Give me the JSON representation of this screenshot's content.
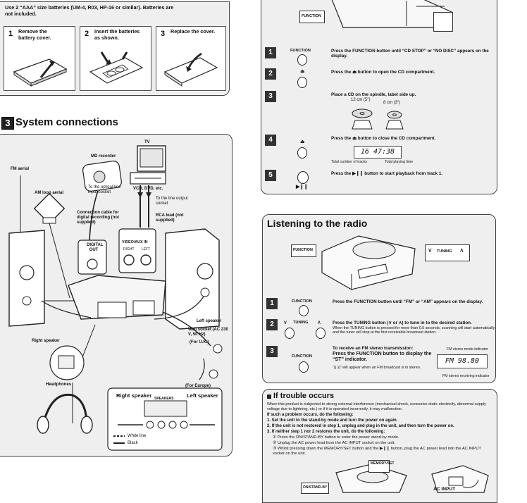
{
  "battery": {
    "note": "Use 2 “AAA” size batteries (UM-4, R03, HP-16 or similar). Batteries are not included.",
    "steps": [
      {
        "num": "1",
        "text": "Remove the battery cover."
      },
      {
        "num": "2",
        "text": "Insert the batteries as shown."
      },
      {
        "num": "3",
        "text": "Replace the cover."
      }
    ]
  },
  "system": {
    "section_num": "3",
    "title": "System connections",
    "labels": {
      "fm_aerial": "FM aerial",
      "am_loop": "AM loop aerial",
      "md_recorder": "MD recorder",
      "tv": "TV",
      "optical": "To the optical line input socket",
      "vcr": "VCR, DVD, etc.",
      "line_output": "To the line output socket",
      "rca": "RCA lead (not supplied)",
      "connection_cable": "Connection cable for digital recording (not supplied)",
      "digital_out": "DIGITAL OUT",
      "video_aux": "VIDEO/AUX IN",
      "right": "RIGHT",
      "left": "LEFT",
      "right_speaker": "Right speaker",
      "left_speaker": "Left speaker",
      "wall_socket": "Wall socket (AC 230 V, 50 Hz)",
      "for_uk": "(For U.K.)",
      "for_europe": "(For Europe)",
      "headphones": "Headphones",
      "right_speaker_box": "Right speaker",
      "left_speaker_box": "Left speaker",
      "white_line": "White line",
      "black": "Black",
      "speakers": "SPEAKERS"
    }
  },
  "cd": {
    "function": "FUNCTION",
    "steps": [
      {
        "num": "1",
        "label": "FUNCTION",
        "text": "Press the FUNCTION button until “CD STOP” or “NO DISC” appears on the display."
      },
      {
        "num": "2",
        "text": "Press the ⏏ button to open the CD compartment."
      },
      {
        "num": "3",
        "text": "Place a CD on the spindle, label side up.",
        "cd12": "12 cm (5\")",
        "cd8": "8 cm (3\")"
      },
      {
        "num": "4",
        "text": "Press the ⏏ button to close the CD compartment.",
        "lcd": "16  47:38",
        "tracks": "Total number of tracks",
        "time": "Total playing time"
      },
      {
        "num": "5",
        "text": "Press the ▶❙❙ button to start playback from track 1.",
        "icon": "▶❙❙"
      }
    ]
  },
  "radio": {
    "title": "Listening to the radio",
    "function": "FUNCTION",
    "tuning": "TUNING",
    "steps": [
      {
        "num": "1",
        "label": "FUNCTION",
        "text": "Press the FUNCTION button until “FM” or “AM” appears on the display."
      },
      {
        "num": "2",
        "label": "TUNING",
        "text": "Press the TUNING button (∨ or ∧) to tune in to the desired station.",
        "sub": "When the TUNING button is pressed for more than 0.5 seconds, scanning will start automatically and the tuner will stop at the first receivable broadcast station."
      },
      {
        "num": "3",
        "label": "FUNCTION",
        "text1": "To receive an FM stereo transmission:",
        "text2": "Press the FUNCTION button to display the “ST” indicator.",
        "bullet": "“((·))” will appear when an FM broadcast is in stereo.",
        "mode_ind": "FM stereo mode indicator",
        "lcd": "FM  98.80",
        "recv_ind": "FM stereo receiving indicator"
      }
    ]
  },
  "trouble": {
    "title": "If trouble occurs",
    "intro": "When this product is subjected to strong external interference (mechanical shock, excessive static electricity, abnormal supply voltage due to lightning, etc.) or if it is operated incorrectly, it may malfunction.",
    "lead": "If such a problem occurs, do the following:",
    "list": [
      "1. Set the unit to the stand-by mode and turn the power on again.",
      "2. If the unit is not restored in step 1, unplug and plug in the unit, and then turn the power on.",
      "3. If neither step 1 nor 2 restores the unit, do the following:"
    ],
    "sublist": [
      "① Press the ON/STAND-BY button to enter the power stand-by mode.",
      "② Unplug the AC power lead from the AC INPUT socket on the unit.",
      "③ Whilst pressing down the MEMORY/SET button and the ▶❙❙ button, plug the AC power lead into the AC INPUT socket on the unit."
    ],
    "memory_set": "MEMORY/SET",
    "on_standby": "ON/STAND-BY",
    "ac_input": "AC INPUT"
  }
}
